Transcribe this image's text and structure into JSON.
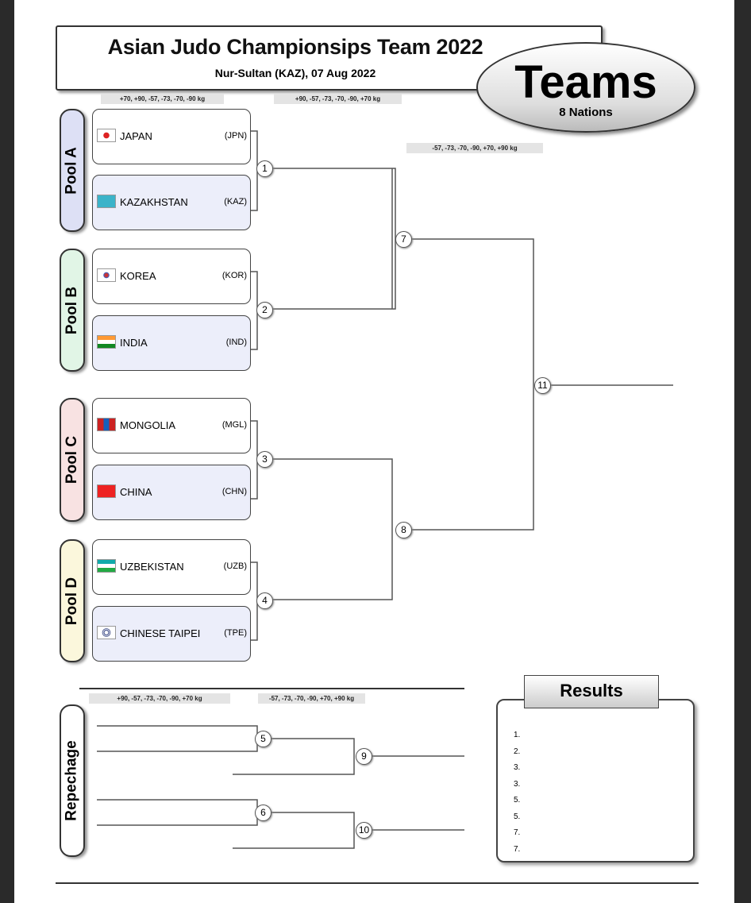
{
  "header": {
    "title": "Asian Judo Championsips Team 2022",
    "subtitle": "Nur-Sultan (KAZ), 07 Aug 2022"
  },
  "badge": {
    "title": "Teams",
    "subtitle": "8 Nations"
  },
  "weights": {
    "r1": "+70, +90, -57, -73, -70, -90 kg",
    "r2": "+90, -57, -73, -70, -90, +70 kg",
    "r3": "-57, -73, -70, -90, +70, +90 kg",
    "rep1": "+90, -57, -73, -70, -90, +70 kg",
    "rep2": "-57, -73, -70, -90, +70, +90 kg"
  },
  "pools": [
    "Pool A",
    "Pool B",
    "Pool C",
    "Pool D"
  ],
  "teams": [
    {
      "name": "JAPAN",
      "code": "(JPN)",
      "flag": "japan"
    },
    {
      "name": "KAZAKHSTAN",
      "code": "(KAZ)",
      "flag": "kazakhstan"
    },
    {
      "name": "KOREA",
      "code": "(KOR)",
      "flag": "korea"
    },
    {
      "name": "INDIA",
      "code": "(IND)",
      "flag": "india"
    },
    {
      "name": "MONGOLIA",
      "code": "(MGL)",
      "flag": "mongolia"
    },
    {
      "name": "CHINA",
      "code": "(CHN)",
      "flag": "china"
    },
    {
      "name": "UZBEKISTAN",
      "code": "(UZB)",
      "flag": "uzbekistan"
    },
    {
      "name": "CHINESE TAIPEI",
      "code": "(TPE)",
      "flag": "chinese-taipei"
    }
  ],
  "matches": [
    "1",
    "2",
    "3",
    "4",
    "5",
    "6",
    "7",
    "8",
    "9",
    "10",
    "11"
  ],
  "repechage": "Repechage",
  "results": {
    "title": "Results",
    "ranks": [
      "1.",
      "2.",
      "3.",
      "3.",
      "5.",
      "5.",
      "7.",
      "7."
    ]
  }
}
